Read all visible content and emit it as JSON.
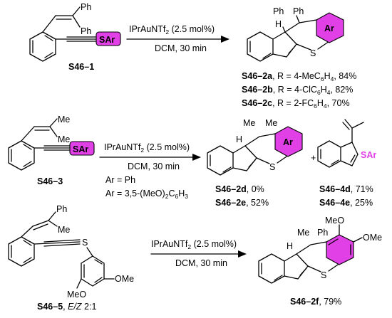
{
  "accent_color": "#e040e6",
  "row1": {
    "substrate": {
      "label": "S46–1",
      "group": "SAr",
      "ph_top": "Ph",
      "ph_bottom": "Ph"
    },
    "conditions": {
      "line1_pre": "IPrAuNTf",
      "line1_sub": "2",
      "line1_post": " (2.5 mol%)",
      "line2": "DCM, 30 min"
    },
    "product": {
      "ph1": "Ph",
      "ph2": "Ph",
      "ring": "Ar",
      "s_atom": "S",
      "h_atom": "H"
    },
    "entries": [
      {
        "code": "S46–2a",
        "rest": ", R = 4-MeC",
        "s1": "6",
        "mid": "H",
        "s2": "4",
        "tail": ", 84%"
      },
      {
        "code": "S46–2b",
        "rest": ", R = 4-ClC",
        "s1": "6",
        "mid": "H",
        "s2": "4",
        "tail": ", 82%"
      },
      {
        "code": "S46–2c",
        "rest": ", R = 2-FC",
        "s1": "6",
        "mid": "H",
        "s2": "4",
        "tail": ", 70%"
      }
    ]
  },
  "row2": {
    "substrate": {
      "label": "S46–3",
      "group": "SAr",
      "me_top": "Me",
      "me_bottom": "Me"
    },
    "conditions": {
      "line1_pre": "IPrAuNTf",
      "line1_sub": "2",
      "line1_post": " (2.5 mol%)",
      "line2": "DCM, 30 min"
    },
    "ar_options": [
      {
        "pre": "Ar = Ph"
      },
      {
        "pre": "Ar = 3,5-(MeO)",
        "s1": "2",
        "mid": "C",
        "s2": "6",
        "mid2": "H",
        "s3": "3"
      }
    ],
    "product": {
      "me1": "Me",
      "me2": "H",
      "ring": "Ar",
      "s_atom": "S"
    },
    "plus": "+",
    "side_product": {
      "group": "SAr"
    },
    "entries_left": [
      {
        "code": "S46–2d",
        "tail": ", 0%"
      },
      {
        "code": "S46–2e",
        "tail": ", 52%"
      }
    ],
    "entries_right": [
      {
        "code": "S46–4d",
        "tail": ", 71%"
      },
      {
        "code": "S46–4e",
        "tail": ", 25%"
      }
    ]
  },
  "row3": {
    "substrate": {
      "label": "S46–5",
      "tail": ", ",
      "iso": "E/Z",
      "ratio": " 2:1",
      "ph": "Ph",
      "me": "Me",
      "s_atom": "S",
      "ome1": "OMe",
      "ome2": "MeO"
    },
    "conditions": {
      "line1_pre": "IPrAuNTf",
      "line1_sub": "2",
      "line1_post": " (2.5 mol%)",
      "line2": "DCM, 30 min"
    },
    "product": {
      "meo": "MeO",
      "me": "Me",
      "ph": "Ph",
      "ome": "OMe",
      "h_atom": "H",
      "s_atom": "S",
      "code": "S46–2f",
      "tail": ", 79%"
    }
  }
}
